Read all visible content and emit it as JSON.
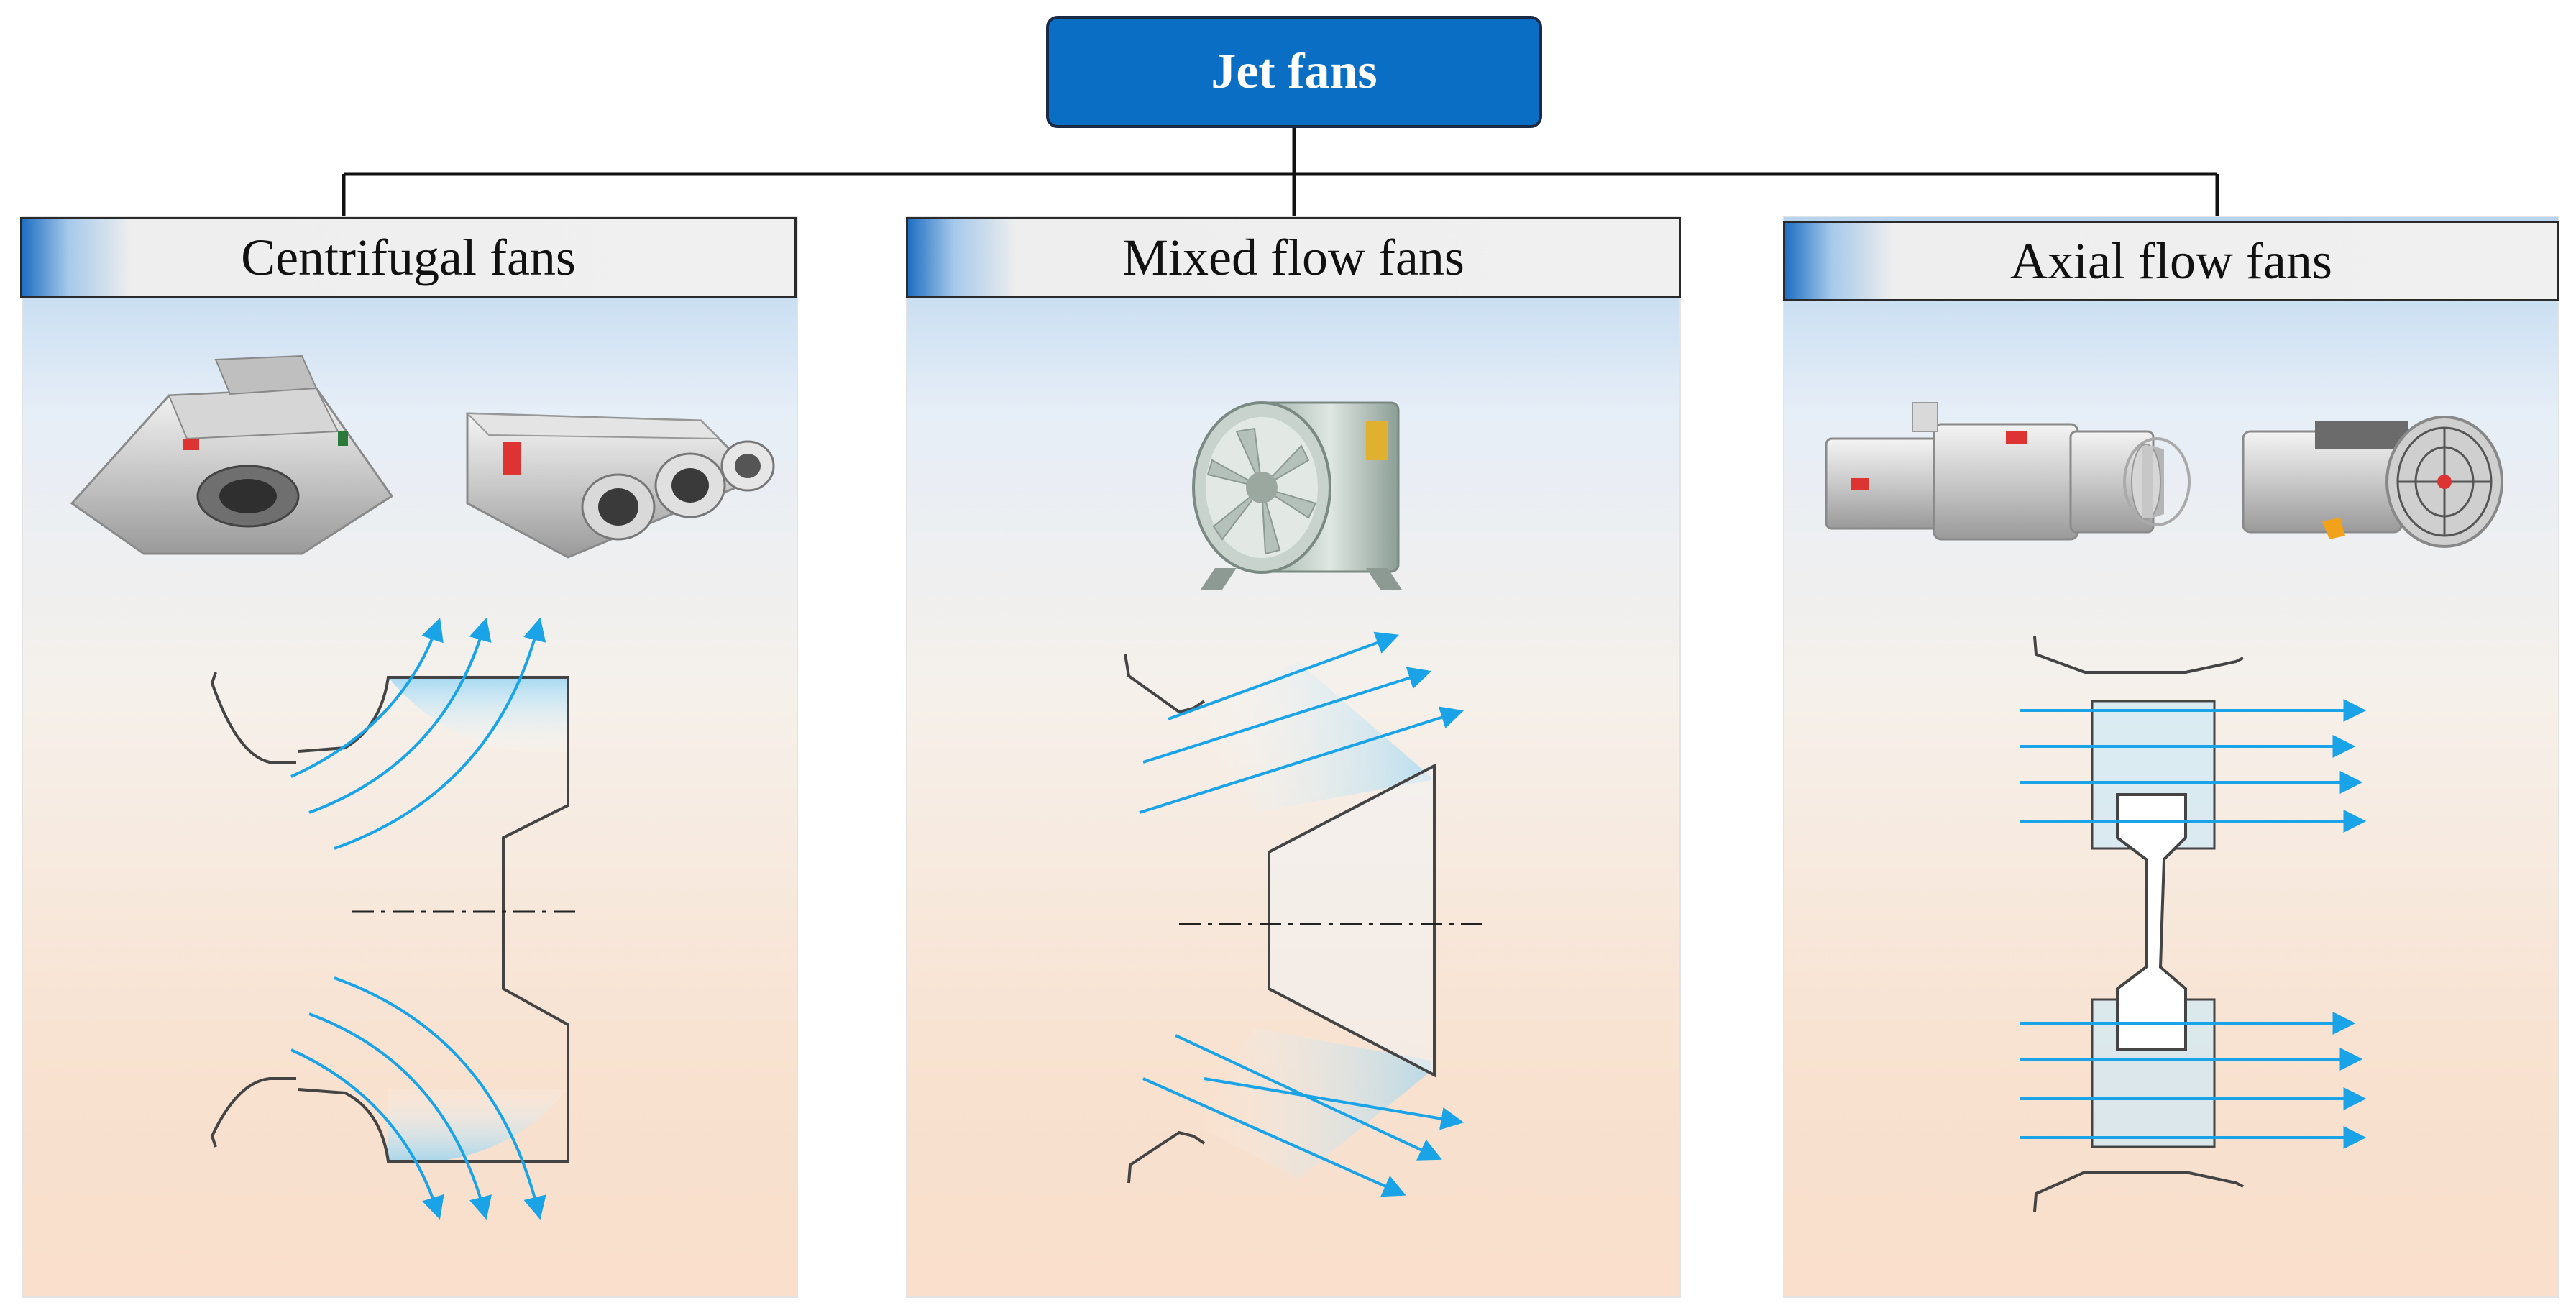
{
  "root": {
    "title": "Jet fans"
  },
  "categories": [
    {
      "id": "centrifugal",
      "title": "Centrifugal fans"
    },
    {
      "id": "mixed",
      "title": "Mixed flow fans"
    },
    {
      "id": "axial",
      "title": "Axial flow fans"
    }
  ],
  "colors": {
    "root_fill": "#0a6fc4",
    "flow_arrow": "#1aa3e6",
    "outline": "#444444"
  },
  "icons": {
    "product_images": [
      "centrifugal-fan-unit-icon",
      "centrifugal-box-fan-icon",
      "mixed-flow-fan-icon",
      "axial-jet-fan-icon",
      "axial-jet-fan-grille-icon"
    ]
  }
}
